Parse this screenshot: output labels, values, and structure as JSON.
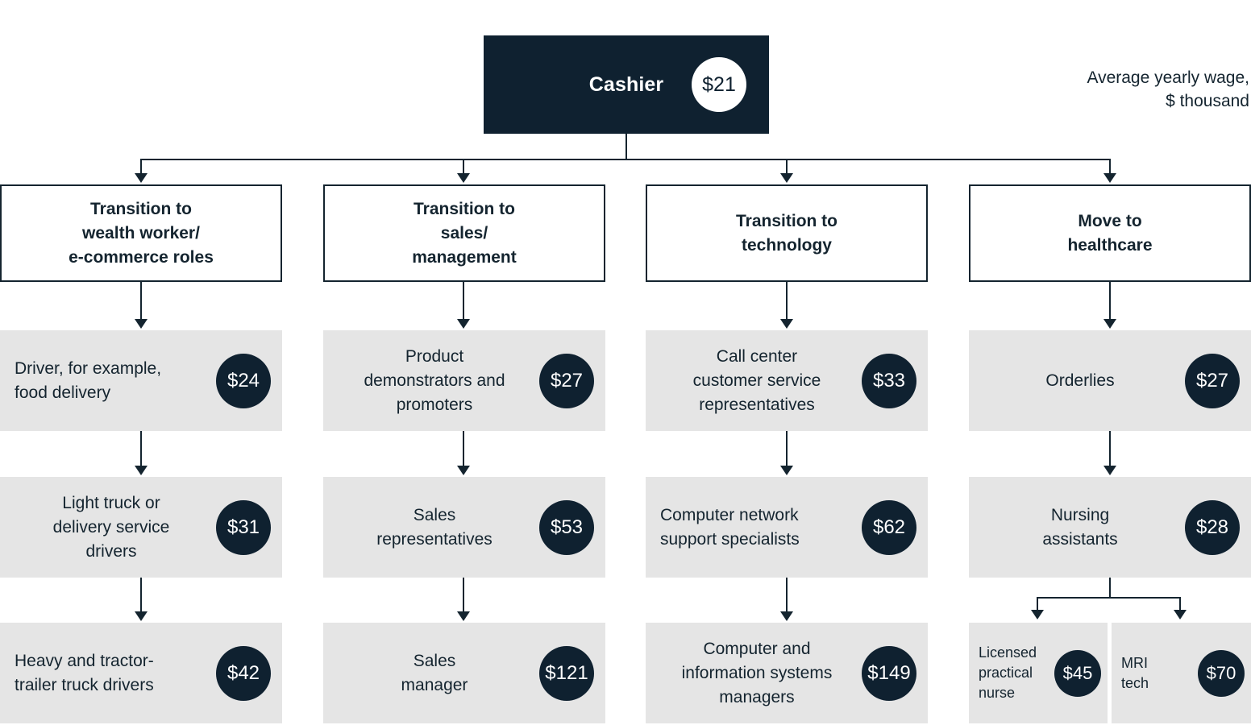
{
  "legend": {
    "line1": "Average yearly wage,",
    "line2": "$ thousand"
  },
  "root": {
    "label": "Cashier",
    "wage": "$21"
  },
  "colors": {
    "dark": "#0f2130",
    "ink": "#14242f",
    "box_gray": "#e5e5e5",
    "white": "#ffffff"
  },
  "chart_data": {
    "type": "diagram",
    "title": "Cashier career transition pathways",
    "unit": "Average yearly wage, $ thousand",
    "root": {
      "label": "Cashier",
      "value": 21
    },
    "branches": [
      {
        "category": "Transition to\nwealth worker/\ne-commerce roles",
        "steps": [
          {
            "label": "Driver, for example,\nfood delivery",
            "value": 24
          },
          {
            "label": "Light truck or\ndelivery service\ndrivers",
            "value": 31
          },
          {
            "label": "Heavy and tractor-\ntrailer truck drivers",
            "value": 42
          }
        ]
      },
      {
        "category": "Transition to\nsales/\nmanagement",
        "steps": [
          {
            "label": "Product\ndemonstrators and\npromoters",
            "value": 27
          },
          {
            "label": "Sales\nrepresentatives",
            "value": 53
          },
          {
            "label": "Sales\nmanager",
            "value": 121
          }
        ]
      },
      {
        "category": "Transition to\ntechnology",
        "steps": [
          {
            "label": "Call center\ncustomer service\nrepresentatives",
            "value": 33
          },
          {
            "label": "Computer network\nsupport specialists",
            "value": 62
          },
          {
            "label": "Computer and\ninformation systems\nmanagers",
            "value": 149
          }
        ]
      },
      {
        "category": "Move to\nhealthcare",
        "steps": [
          {
            "label": "Orderlies",
            "value": 27
          },
          {
            "label": "Nursing\nassistants",
            "value": 28
          }
        ],
        "split": [
          {
            "label": "Licensed\npractical\nnurse",
            "value": 45
          },
          {
            "label": "MRI\ntech",
            "value": 70
          }
        ]
      }
    ]
  },
  "columns": [
    {
      "category_label": "Transition to\nwealth worker/\ne-commerce roles",
      "roles": [
        {
          "label": "Driver, for example,\nfood delivery",
          "wage": "$24",
          "align": "left"
        },
        {
          "label": "Light truck or\ndelivery service\ndrivers",
          "wage": "$31",
          "align": "center"
        },
        {
          "label": "Heavy and tractor-\ntrailer truck drivers",
          "wage": "$42",
          "align": "left"
        }
      ]
    },
    {
      "category_label": "Transition to\nsales/\nmanagement",
      "roles": [
        {
          "label": "Product\ndemonstrators and\npromoters",
          "wage": "$27",
          "align": "center"
        },
        {
          "label": "Sales\nrepresentatives",
          "wage": "$53",
          "align": "center"
        },
        {
          "label": "Sales\nmanager",
          "wage": "$121",
          "align": "center"
        }
      ]
    },
    {
      "category_label": "Transition to\ntechnology",
      "roles": [
        {
          "label": "Call center\ncustomer service\nrepresentatives",
          "wage": "$33",
          "align": "center"
        },
        {
          "label": "Computer network\nsupport specialists",
          "wage": "$62",
          "align": "left"
        },
        {
          "label": "Computer and\ninformation systems\nmanagers",
          "wage": "$149",
          "align": "center"
        }
      ]
    },
    {
      "category_label": "Move to\nhealthcare",
      "roles": [
        {
          "label": "Orderlies",
          "wage": "$27",
          "align": "center"
        },
        {
          "label": "Nursing\nassistants",
          "wage": "$28",
          "align": "center"
        }
      ],
      "split_roles": [
        {
          "label": "Licensed\npractical\nnurse",
          "wage": "$45",
          "align": "left"
        },
        {
          "label": "MRI\ntech",
          "wage": "$70",
          "align": "left"
        }
      ]
    }
  ]
}
